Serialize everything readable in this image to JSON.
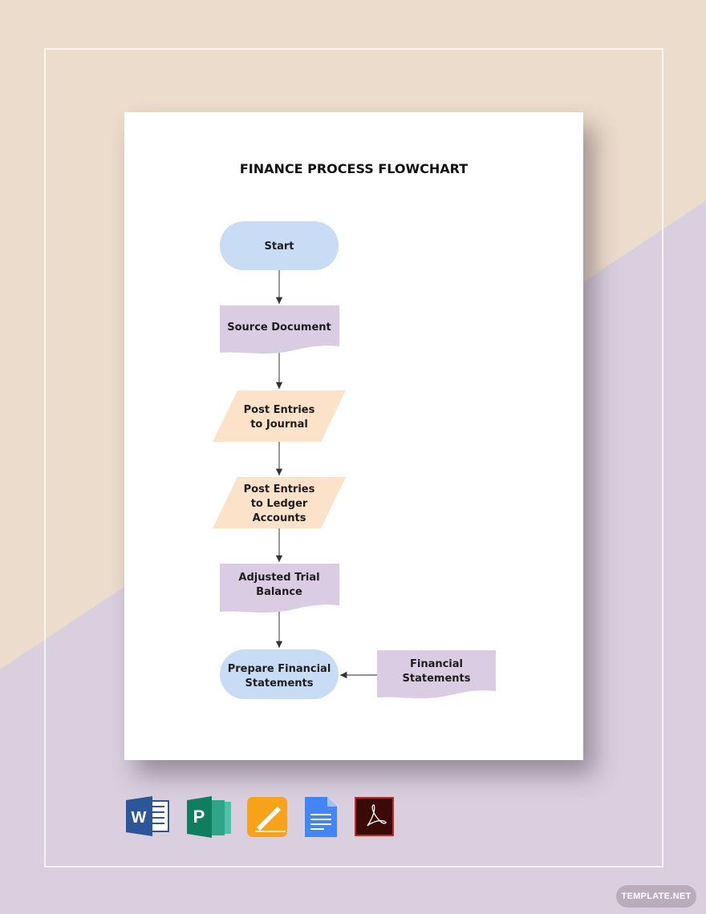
{
  "title": "FINANCE PROCESS FLOWCHART",
  "nodes": {
    "start": "Start",
    "source_document": "Source Document",
    "post_journal": [
      "Post Entries",
      "to Journal"
    ],
    "post_ledger": [
      "Post Entries",
      "to Ledger",
      "Accounts"
    ],
    "adjusted_trial": [
      "Adjusted Trial",
      "Balance"
    ],
    "prepare": [
      "Prepare Financial",
      "Statements"
    ],
    "financial_statements": [
      "Financial",
      "Statements"
    ]
  },
  "format_icons": [
    "word-icon",
    "publisher-icon",
    "pages-icon",
    "google-docs-icon",
    "pdf-icon"
  ],
  "watermark": "TEMPLATE.NET",
  "colors": {
    "terminal": "#c9dcf5",
    "document": "#d9cce3",
    "io": "#fbe2c9"
  }
}
